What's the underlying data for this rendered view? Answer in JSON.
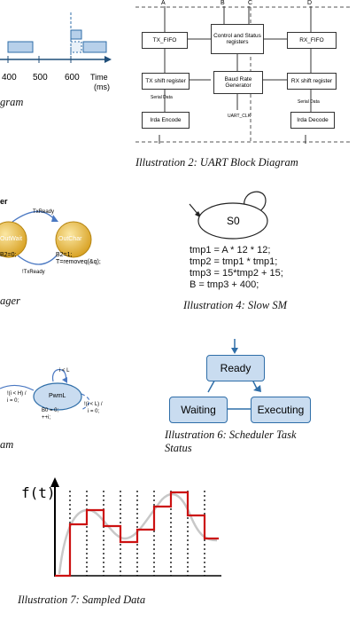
{
  "timeline": {
    "ticks": [
      "400",
      "500",
      "600"
    ],
    "axis_label": "Time",
    "axis_unit": "(ms)",
    "caption_fragment": "gram"
  },
  "uart": {
    "pins": [
      "A",
      "B",
      "C",
      "D"
    ],
    "tx_fifo": "TX_FIFO",
    "control": "Control and Status registers",
    "rx_fifo": "RX_FIFO",
    "tx_shift": "TX shift register",
    "baud": "Baud Rate Generator",
    "rx_shift": "RX shift register",
    "serial_data_left": "Serial Data",
    "serial_data_right": "Serial Data",
    "uart_clk": "UART_CLK",
    "irda_encode": "Irda Encode",
    "irda_decode": "Irda Decode",
    "caption": "Illustration 2: UART Block Diagram"
  },
  "manager": {
    "title_fragment": "er",
    "state_left": "OutWait",
    "state_right": "OutChar",
    "edge_top": "TxReady",
    "edge_bottom": "!TxReady",
    "left_note": "B2=0;",
    "right_note_1": "B2=1;",
    "right_note_2": "T=removeq(&q);",
    "caption_fragment": "ager"
  },
  "slow_sm": {
    "state": "S0",
    "code": [
      "tmp1 = A * 12 * 12;",
      "tmp2 = tmp1 * tmp1;",
      "tmp3 = 15*tmp2 + 15;",
      "B = tmp3 + 400;"
    ],
    "caption": "Illustration 4: Slow SM"
  },
  "pwm": {
    "state": "PwmL",
    "self_loop": "i < L",
    "left_edge_1": "!(i < H) /",
    "left_edge_2": "i = 0;",
    "action_1": "B0 = 0;",
    "action_2": "++i;",
    "right_edge_1": "!(i < L) /",
    "right_edge_2": "i = 0;",
    "caption_fragment": "am"
  },
  "scheduler": {
    "ready": "Ready",
    "waiting": "Waiting",
    "executing": "Executing",
    "caption_line1": "Illustration 6: Scheduler Task",
    "caption_line2": "Status",
    "colors": {
      "fill": "#c9dcf0",
      "stroke": "#2f6ea8"
    }
  },
  "sampled": {
    "ylabel": "f(t)",
    "caption": "Illustration 7: Sampled Data",
    "colors": {
      "curve": "#c8c8c8",
      "steps": "#cc1111"
    }
  }
}
